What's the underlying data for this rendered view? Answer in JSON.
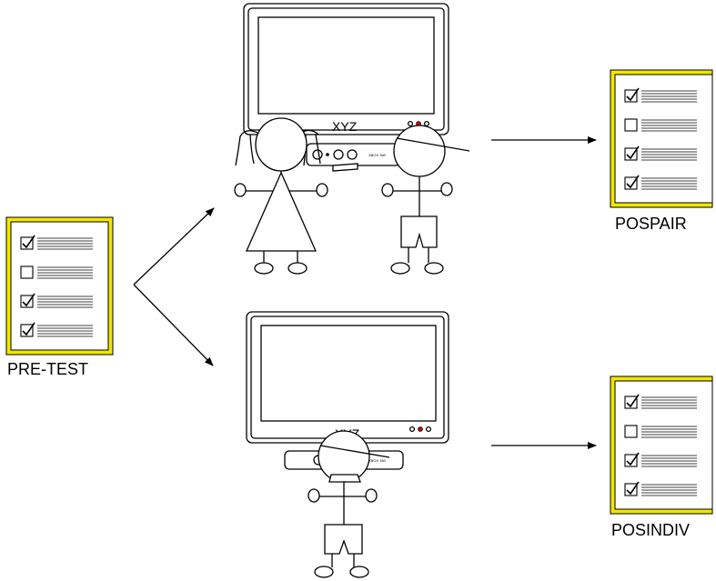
{
  "labels": {
    "pretest": "PRE-TEST",
    "pospair": "POSPAIR",
    "posindiv": "POSINDIV",
    "tv_brand_top": "XYZ",
    "tv_brand_bottom": "XYZ",
    "console_text_top": "XBOX 360",
    "console_text_bottom": "XBOX 360"
  },
  "checklist": {
    "rows": [
      true,
      false,
      true,
      true
    ],
    "check_glyph": "☑",
    "empty_glyph": "☐"
  },
  "colors": {
    "doc_border": "#f2e600",
    "ink": "#000000",
    "led_red": "#cc0000"
  },
  "icons": {
    "document": "checklist-document-icon",
    "tv": "television-icon",
    "girl": "stick-girl-icon",
    "boy": "stick-boy-icon",
    "arrow": "arrow-icon"
  }
}
